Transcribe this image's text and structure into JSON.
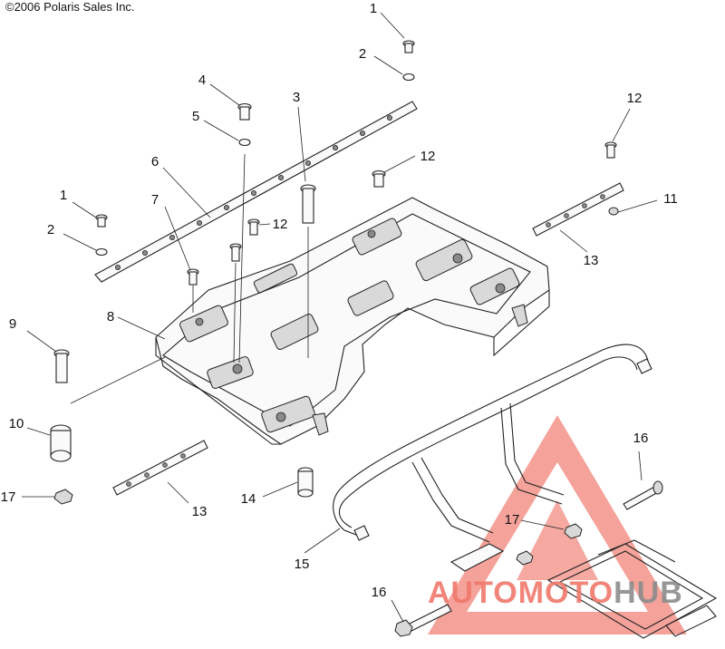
{
  "copyright": "©2006 Polaris Sales Inc.",
  "callouts": [
    "1",
    "2",
    "3",
    "4",
    "5",
    "6",
    "7",
    "12",
    "1",
    "2",
    "12",
    "12",
    "11",
    "13",
    "8",
    "9",
    "10",
    "17",
    "13",
    "14",
    "15",
    "16",
    "17",
    "16"
  ],
  "watermark": {
    "part1": "AUTO",
    "part2": "MOTO",
    "part3": "HUB",
    "color_red": "#f0786c",
    "color_gray": "#8c8c8c"
  }
}
